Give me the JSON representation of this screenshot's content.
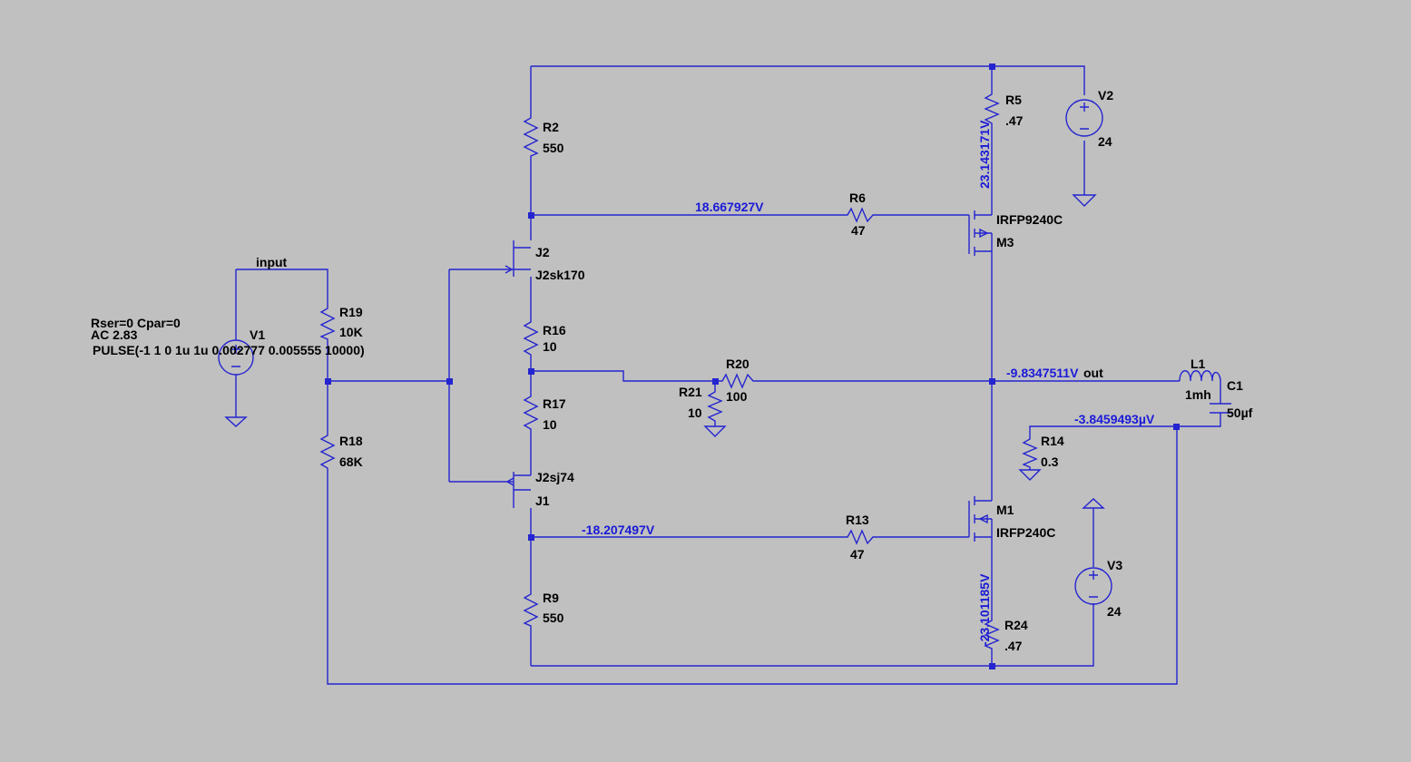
{
  "colors": {
    "background": "#c0c0c0",
    "wire": "#2424d0",
    "label": "#000000",
    "voltage": "#1a1ad8"
  },
  "nets": {
    "input": "input",
    "out": "out"
  },
  "components": {
    "R2": {
      "name": "R2",
      "value": "550"
    },
    "R5": {
      "name": "R5",
      "value": ".47"
    },
    "R6": {
      "name": "R6",
      "value": "47"
    },
    "R9": {
      "name": "R9",
      "value": "550"
    },
    "R13": {
      "name": "R13",
      "value": "47"
    },
    "R14": {
      "name": "R14",
      "value": "0.3"
    },
    "R16": {
      "name": "R16",
      "value": "10"
    },
    "R17": {
      "name": "R17",
      "value": "10"
    },
    "R18": {
      "name": "R18",
      "value": "68K"
    },
    "R19": {
      "name": "R19",
      "value": "10K"
    },
    "R20": {
      "name": "R20",
      "value": "100"
    },
    "R21": {
      "name": "R21",
      "value": "10"
    },
    "R24": {
      "name": "R24",
      "value": ".47"
    },
    "V1": {
      "name": "V1",
      "params": [
        "Rser=0 Cpar=0",
        "AC 2.83",
        "PULSE(-1 1 0 1u 1u 0.002777 0.005555 10000)"
      ]
    },
    "V2": {
      "name": "V2",
      "value": "24"
    },
    "V3": {
      "name": "V3",
      "value": "24"
    },
    "J1": {
      "name": "J1",
      "model": "J2sj74"
    },
    "J2": {
      "name": "J2",
      "model": "J2sk170"
    },
    "M1": {
      "name": "M1",
      "model": "IRFP240C"
    },
    "M3": {
      "name": "M3",
      "model": "IRFP9240C"
    },
    "L1": {
      "name": "L1",
      "value": "1mh"
    },
    "C1": {
      "name": "C1",
      "value": "50µf"
    }
  },
  "voltages": {
    "r6_node": "18.667927V",
    "r13_node": "-18.207497V",
    "out_node": "-9.8347511V",
    "r14_node": "-3.8459493µV",
    "r5_node": "23.143171V",
    "r24_node": "-23.101185V"
  }
}
